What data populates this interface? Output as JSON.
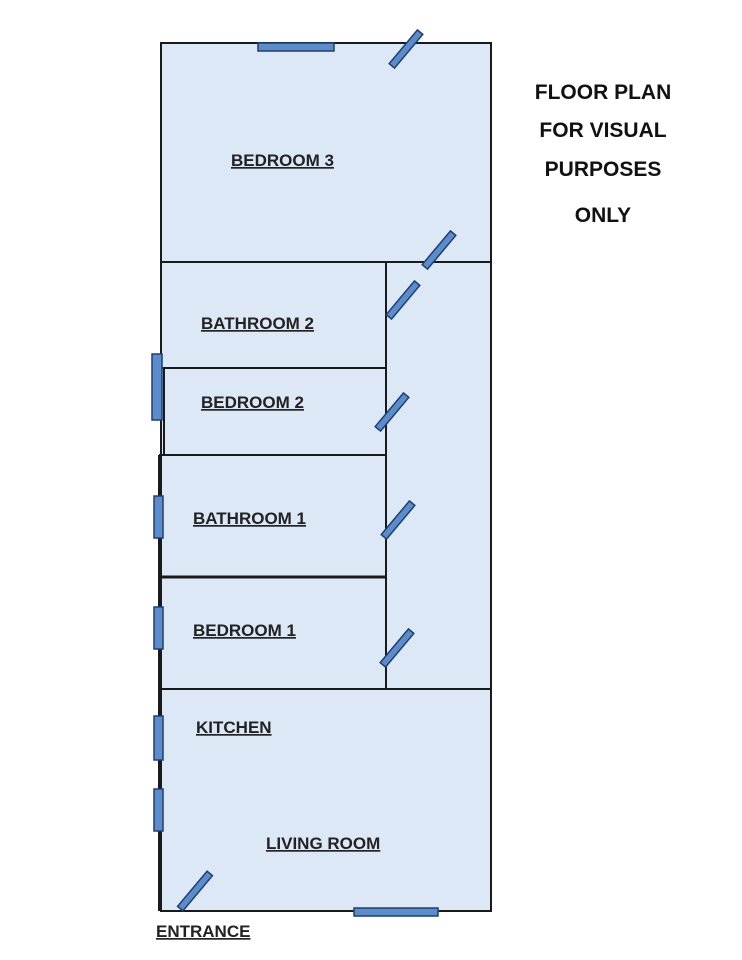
{
  "rooms": {
    "bedroom_3": "BEDROOM 3",
    "bathroom_2": "BATHROOM 2",
    "bedroom_2": "BEDROOM 2",
    "bathroom_1": "BATHROOM 1",
    "bedroom_1": "BEDROOM 1",
    "kitchen": "KITCHEN",
    "living_room": "LIVING ROOM"
  },
  "entrance_label": "ENTRANCE",
  "note": {
    "line1": "FLOOR PLAN",
    "line2": "FOR VISUAL",
    "line3": "PURPOSES",
    "line4": "ONLY"
  }
}
